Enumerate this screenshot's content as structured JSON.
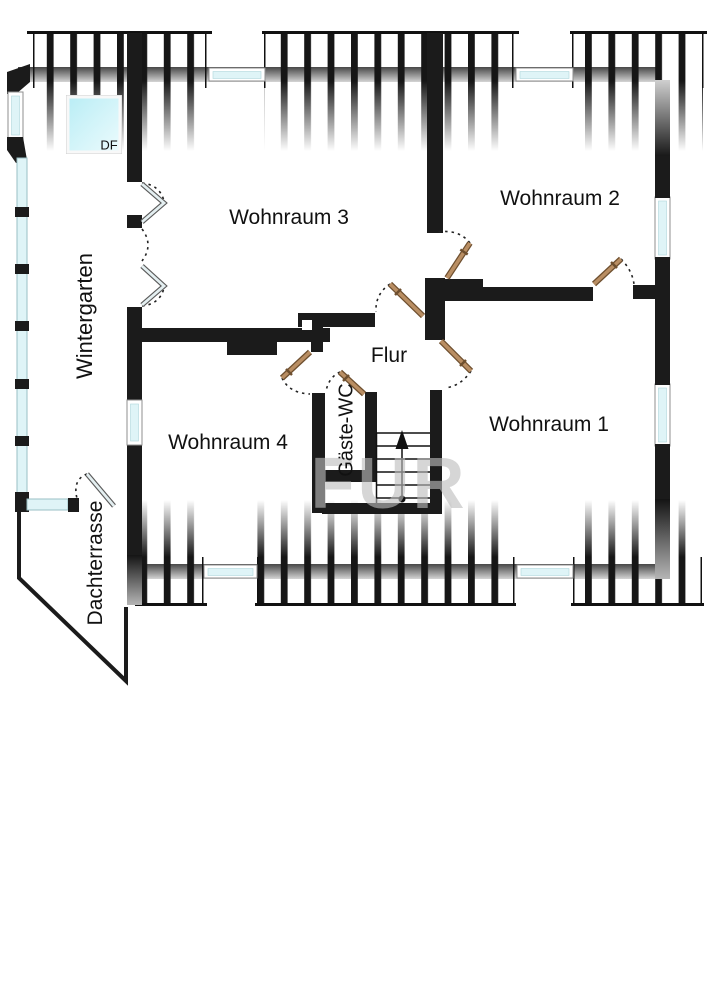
{
  "floorplan": {
    "labels": {
      "wohnraum_1": "Wohnraum 1",
      "wohnraum_2": "Wohnraum 2",
      "wohnraum_3": "Wohnraum 3",
      "wohnraum_4": "Wohnraum 4",
      "flur": "Flur",
      "gaeste_wc": "Gäste-WC",
      "wintergarten": "Wintergarten",
      "dachterrasse": "Dachterrasse",
      "dachfenster": "DF"
    },
    "watermark": "FUR",
    "colors": {
      "wall": "#1b1b1b",
      "glass": "#dff4f7",
      "door_wood": "#b98e63",
      "watermark": "#bdbdbd"
    }
  }
}
